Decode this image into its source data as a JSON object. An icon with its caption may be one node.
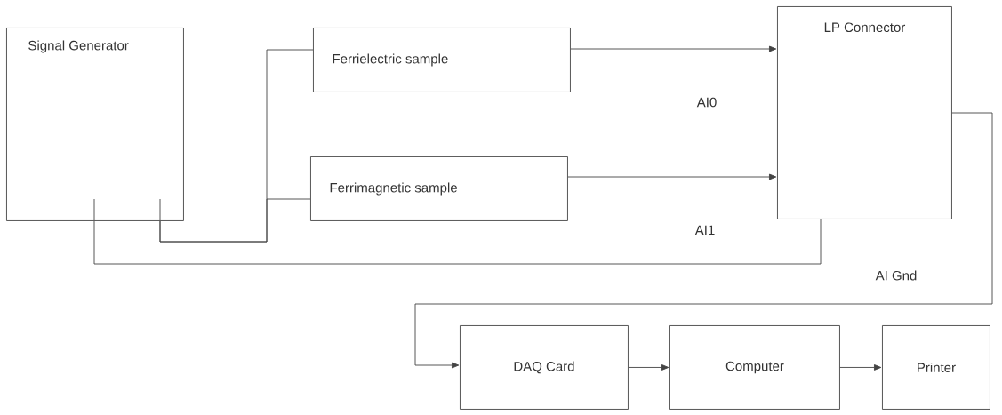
{
  "diagram": {
    "nodes": [
      {
        "text": [
          "Signal Generator"
        ]
      },
      {
        "text": [
          "Ferrielectric sample"
        ]
      },
      {
        "text": [
          "Ferrimagnetic sample"
        ]
      },
      {
        "text": [
          "LP Connector"
        ]
      },
      {
        "text": [
          "DAQ Card"
        ]
      },
      {
        "text": [
          "Computer"
        ]
      },
      {
        "text": [
          "Printer"
        ]
      }
    ],
    "edges": [
      {
        "from": 0,
        "to": 1,
        "arrow": "none"
      },
      {
        "from": 0,
        "to": 2,
        "arrow": "none"
      },
      {
        "from": 1,
        "to": 3,
        "arrow": "to",
        "label": "AI0"
      },
      {
        "from": 2,
        "to": 3,
        "arrow": "to",
        "label": "AI1"
      },
      {
        "from": 0,
        "to": 3,
        "arrow": "none"
      },
      {
        "from": 3,
        "to": 4,
        "arrow": "to"
      },
      {
        "from": 4,
        "to": 5,
        "arrow": "to"
      },
      {
        "from": 5,
        "to": 6,
        "arrow": "to"
      }
    ],
    "labels": [
      "AI Gnd"
    ]
  }
}
